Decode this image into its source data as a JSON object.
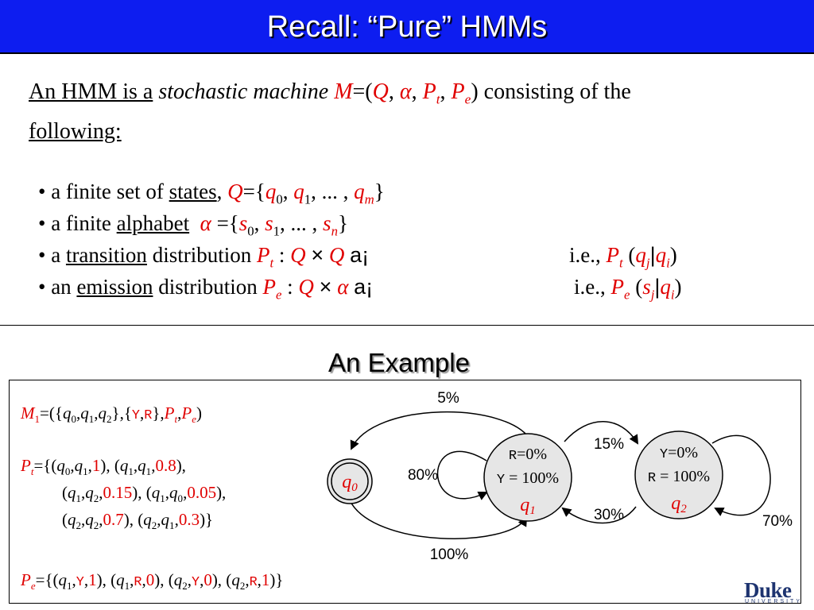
{
  "title": "Recall: “Pure” HMMs",
  "intro": {
    "p1": "An HMM is a",
    "p2": "stochastic machine",
    "p3": "consisting of the",
    "p4": "following:"
  },
  "bullets": {
    "b1_pre": "• a finite set of",
    "b1_word": "states",
    "b2_pre": "• a finite",
    "b2_word": "alphabet",
    "b3_pre": "• a",
    "b3_word": "transition",
    "b3_post": "distribution",
    "b4_pre": "• an",
    "b4_word": "emission",
    "b4_post": "distribution",
    "arrow_glyph": "a¡",
    "ie": "i.e.,"
  },
  "example_title": "An Example",
  "definitions": {
    "line1": "M1=({q0,q1,q2},{Y,R},Pt,Pe)",
    "line2": "Pt={(q0,q1,1), (q1,q1,0.8),",
    "line3": "(q1,q2,0.15), (q1,q0,0.05),",
    "line4": "(q2,q2,0.7), (q2,q1,0.3)}",
    "line5": "Pe={(q1,Y,1), (q1,R,0), (q2,Y,0), (q2,R,1)}"
  },
  "diagram": {
    "states": [
      {
        "id": "q0",
        "label": "q0",
        "emissions": []
      },
      {
        "id": "q1",
        "label": "q1",
        "emissions": [
          "R=0%",
          "Y = 100%"
        ]
      },
      {
        "id": "q2",
        "label": "q2",
        "emissions": [
          "Y=0%",
          "R = 100%"
        ]
      }
    ],
    "transitions": [
      {
        "from": "q1",
        "to": "q0",
        "label": "5%"
      },
      {
        "from": "q1",
        "to": "q1",
        "label": "80%"
      },
      {
        "from": "q1",
        "to": "q2",
        "label": "15%"
      },
      {
        "from": "q2",
        "to": "q1",
        "label": "30%"
      },
      {
        "from": "q2",
        "to": "q2",
        "label": "70%"
      },
      {
        "from": "q0",
        "to": "q1",
        "label": "100%"
      }
    ]
  },
  "logo": {
    "name": "Duke",
    "sub": "UNIVERSITY"
  },
  "colors": {
    "title_bar": "#0d1df0",
    "highlight": "#e00000",
    "state_fill": "#e6e6e6"
  }
}
